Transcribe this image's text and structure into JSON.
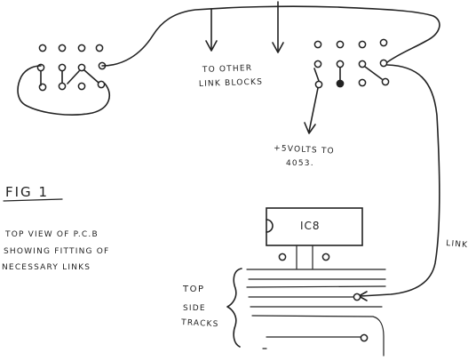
{
  "figure": {
    "fig_label": "FIG 1",
    "caption_line1": "TOP VIEW OF P.C.B",
    "caption_line2": "SHOWING FITTING OF",
    "caption_line3": "NECESSARY LINKS"
  },
  "labels": {
    "to_other_line1": "TO OTHER",
    "to_other_line2": "LINK BLOCKS",
    "volts_line1": "+5VOLTS TO",
    "volts_line2": "4053.",
    "ic_label": "IC8",
    "link_label": "LINK",
    "top_line1": "TOP",
    "top_line2": "SIDE",
    "top_line3": "TRACKS"
  }
}
